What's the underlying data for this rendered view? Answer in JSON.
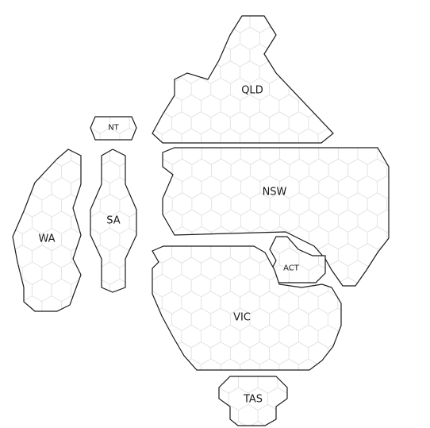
{
  "regions": [
    {
      "id": "qld",
      "label": "QLD"
    },
    {
      "id": "nt",
      "label": "NT"
    },
    {
      "id": "wa",
      "label": "WA"
    },
    {
      "id": "sa",
      "label": "SA"
    },
    {
      "id": "nsw",
      "label": "NSW"
    },
    {
      "id": "act",
      "label": "ACT"
    },
    {
      "id": "vic",
      "label": "VIC"
    },
    {
      "id": "tas",
      "label": "TAS"
    }
  ]
}
